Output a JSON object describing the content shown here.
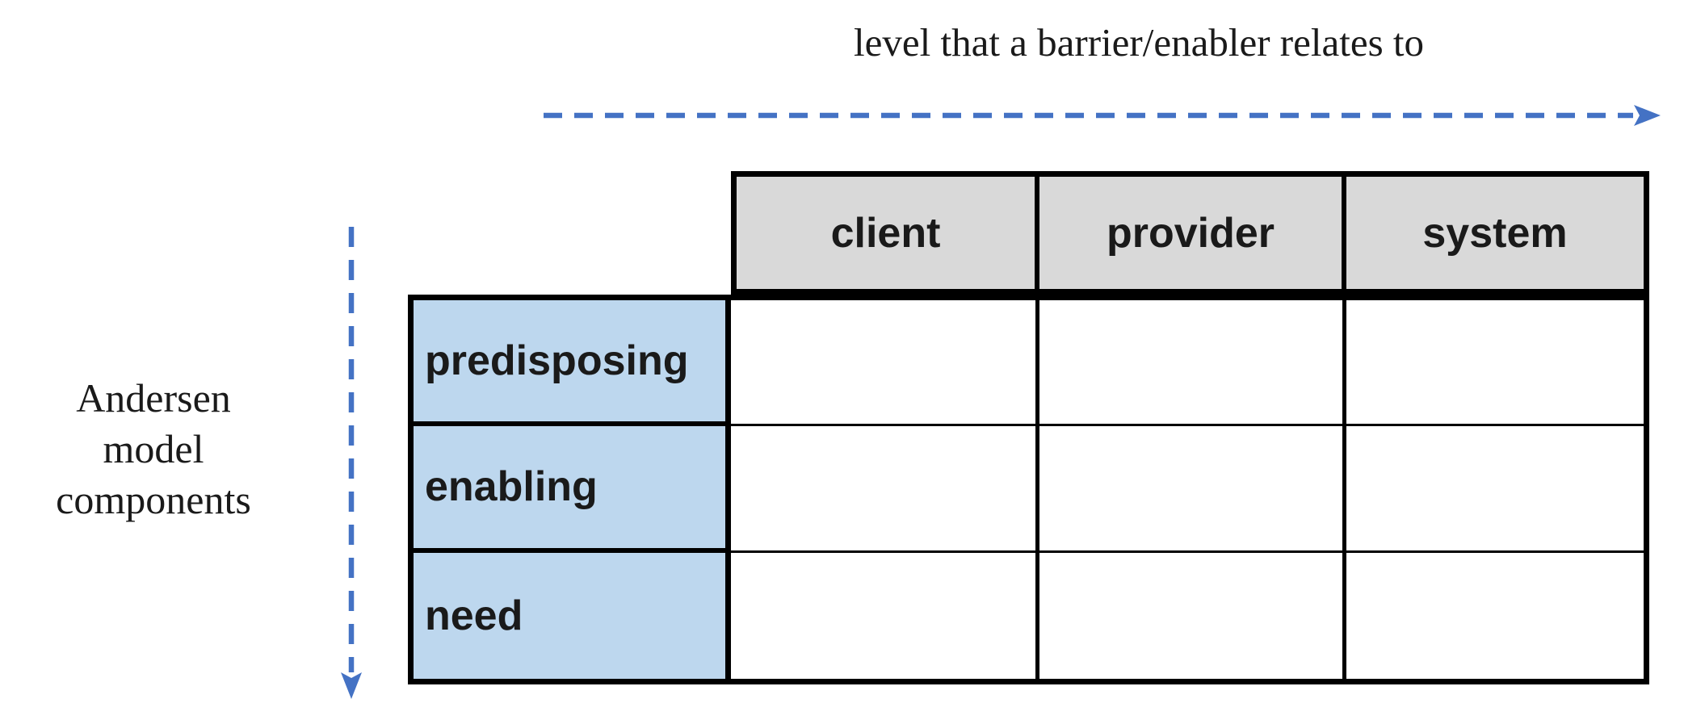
{
  "figure": {
    "top_axis_label": "level that a barrier/enabler relates to",
    "left_axis_label_lines": [
      "Andersen",
      "model",
      "components"
    ]
  },
  "matrix": {
    "column_headers": [
      "client",
      "provider",
      "system"
    ],
    "row_headers": [
      "predisposing",
      "enabling",
      "need"
    ],
    "cells": [
      [
        "",
        "",
        ""
      ],
      [
        "",
        "",
        ""
      ],
      [
        "",
        "",
        ""
      ]
    ]
  },
  "colors": {
    "arrow_blue": "#4472C4",
    "header_gray": "#D9D9D9",
    "row_label_blue": "#BDD7EE",
    "grid_black": "#000000",
    "text_black": "#1A1A1A"
  }
}
